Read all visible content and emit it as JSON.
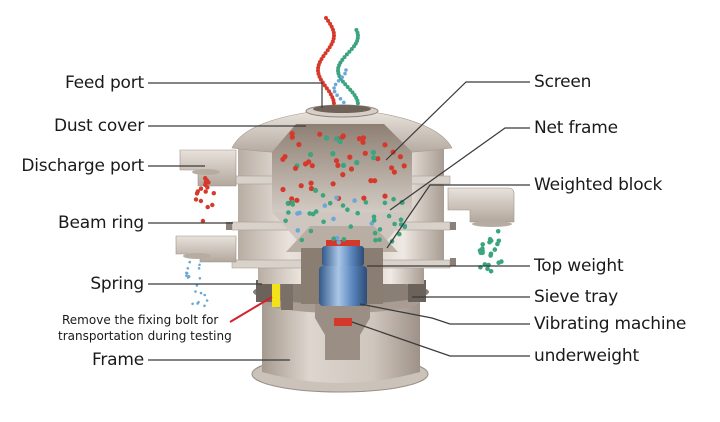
{
  "diagram": {
    "title": "Vibrating sieve structure",
    "labels_left": [
      {
        "id": "feed-port",
        "text": "Feed port"
      },
      {
        "id": "dust-cover",
        "text": "Dust cover"
      },
      {
        "id": "discharge-port",
        "text": "Discharge port"
      },
      {
        "id": "beam-ring",
        "text": "Beam ring"
      },
      {
        "id": "spring",
        "text": "Spring"
      },
      {
        "id": "frame",
        "text": "Frame"
      }
    ],
    "labels_right": [
      {
        "id": "screen",
        "text": "Screen"
      },
      {
        "id": "net-frame",
        "text": "Net frame"
      },
      {
        "id": "weighted-block",
        "text": "Weighted block"
      },
      {
        "id": "top-weight",
        "text": "Top weight"
      },
      {
        "id": "sieve-tray",
        "text": "Sieve tray"
      },
      {
        "id": "vibrating-machine",
        "text": "Vibrating machine"
      },
      {
        "id": "underweight",
        "text": "underweight"
      }
    ],
    "note": {
      "line1": "Remove the fixing bolt for",
      "line2": "transportation during testing"
    },
    "colors": {
      "metal": "#cfc6bd",
      "metal_dark": "#8c8179",
      "particle_red": "#d6392b",
      "particle_green": "#3aa57f",
      "particle_blue": "#6aa8d6",
      "motor_blue": "#4f7fb8",
      "bolt_yellow": "#f3e21a",
      "note_arrow": "#d4202a",
      "leader_line": "#3a3a3a"
    }
  }
}
